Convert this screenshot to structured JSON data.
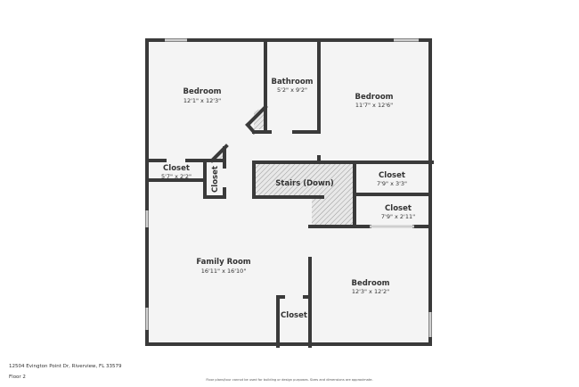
{
  "rooms": [
    {
      "name": "Bedroom",
      "dims": "12'1\" x 12'3\""
    },
    {
      "name": "Bathroom",
      "dims": "5'2\" x 9'2\""
    },
    {
      "name": "Bedroom",
      "dims": "11'7\" x 12'6\""
    },
    {
      "name": "Closet",
      "dims": "5'7\" x 2'2\""
    },
    {
      "name": "Closet",
      "dims": ""
    },
    {
      "name": "Stairs (Down)",
      "dims": ""
    },
    {
      "name": "Closet",
      "dims": "7'9\" x 3'3\""
    },
    {
      "name": "Closet",
      "dims": "7'9\" x 2'11\""
    },
    {
      "name": "Family Room",
      "dims": "16'11\" x 16'10\""
    },
    {
      "name": "Bedroom",
      "dims": "12'3\" x 12'2\""
    },
    {
      "name": "Closet",
      "dims": ""
    }
  ],
  "footer": {
    "address": "12504 Evington Point Dr, Riverview, FL 33579",
    "floor": "Floor 2",
    "disclaimer": "Floor plans/tour cannot be used for building or design purposes. Sizes and dimensions are approximate."
  },
  "colors": {
    "wall": "#3a3a3a",
    "floor": "#f4f4f4",
    "hatch": "#999999"
  }
}
